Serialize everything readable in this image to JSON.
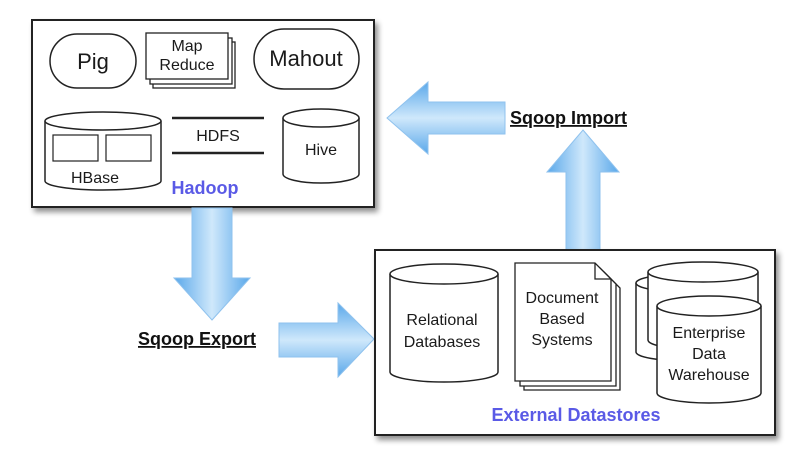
{
  "hadoop": {
    "title": "Hadoop",
    "pig": "Pig",
    "mapreduce_line1": "Map",
    "mapreduce_line2": "Reduce",
    "mahout": "Mahout",
    "hdfs": "HDFS",
    "hbase": "HBase",
    "hive": "Hive"
  },
  "external": {
    "title": "External Datastores",
    "relational_line1": "Relational",
    "relational_line2": "Databases",
    "document_line1": "Document",
    "document_line2": "Based",
    "document_line3": "Systems",
    "edw_line1": "Enterprise",
    "edw_line2": "Data",
    "edw_line3": "Warehouse"
  },
  "arrows": {
    "import_label": "Sqoop Import",
    "export_label": "Sqoop Export"
  },
  "colors": {
    "arrow_light": "#bfe0fa",
    "arrow_dark": "#5aa8ea",
    "title_blue": "#5a5ae6"
  }
}
